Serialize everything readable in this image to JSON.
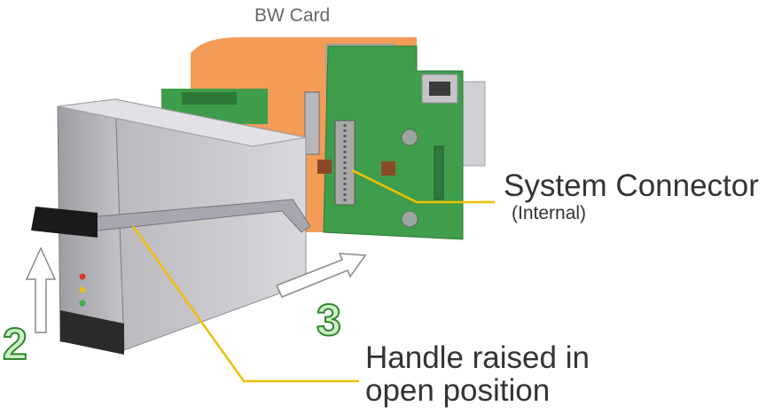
{
  "diagram": {
    "card_title": "BW Card",
    "system_connector": {
      "label": "System Connector",
      "sublabel": "(Internal)"
    },
    "handle": {
      "line1": "Handle raised in",
      "line2": "open position"
    },
    "steps": {
      "step2": "2",
      "step3": "3"
    },
    "colors": {
      "callout_line": "#f0c000",
      "step_number": "#2e8b2e",
      "board_green": "#3c9a48",
      "orange_board": "#f2a060",
      "enclosure": "#c8c8cc"
    }
  }
}
